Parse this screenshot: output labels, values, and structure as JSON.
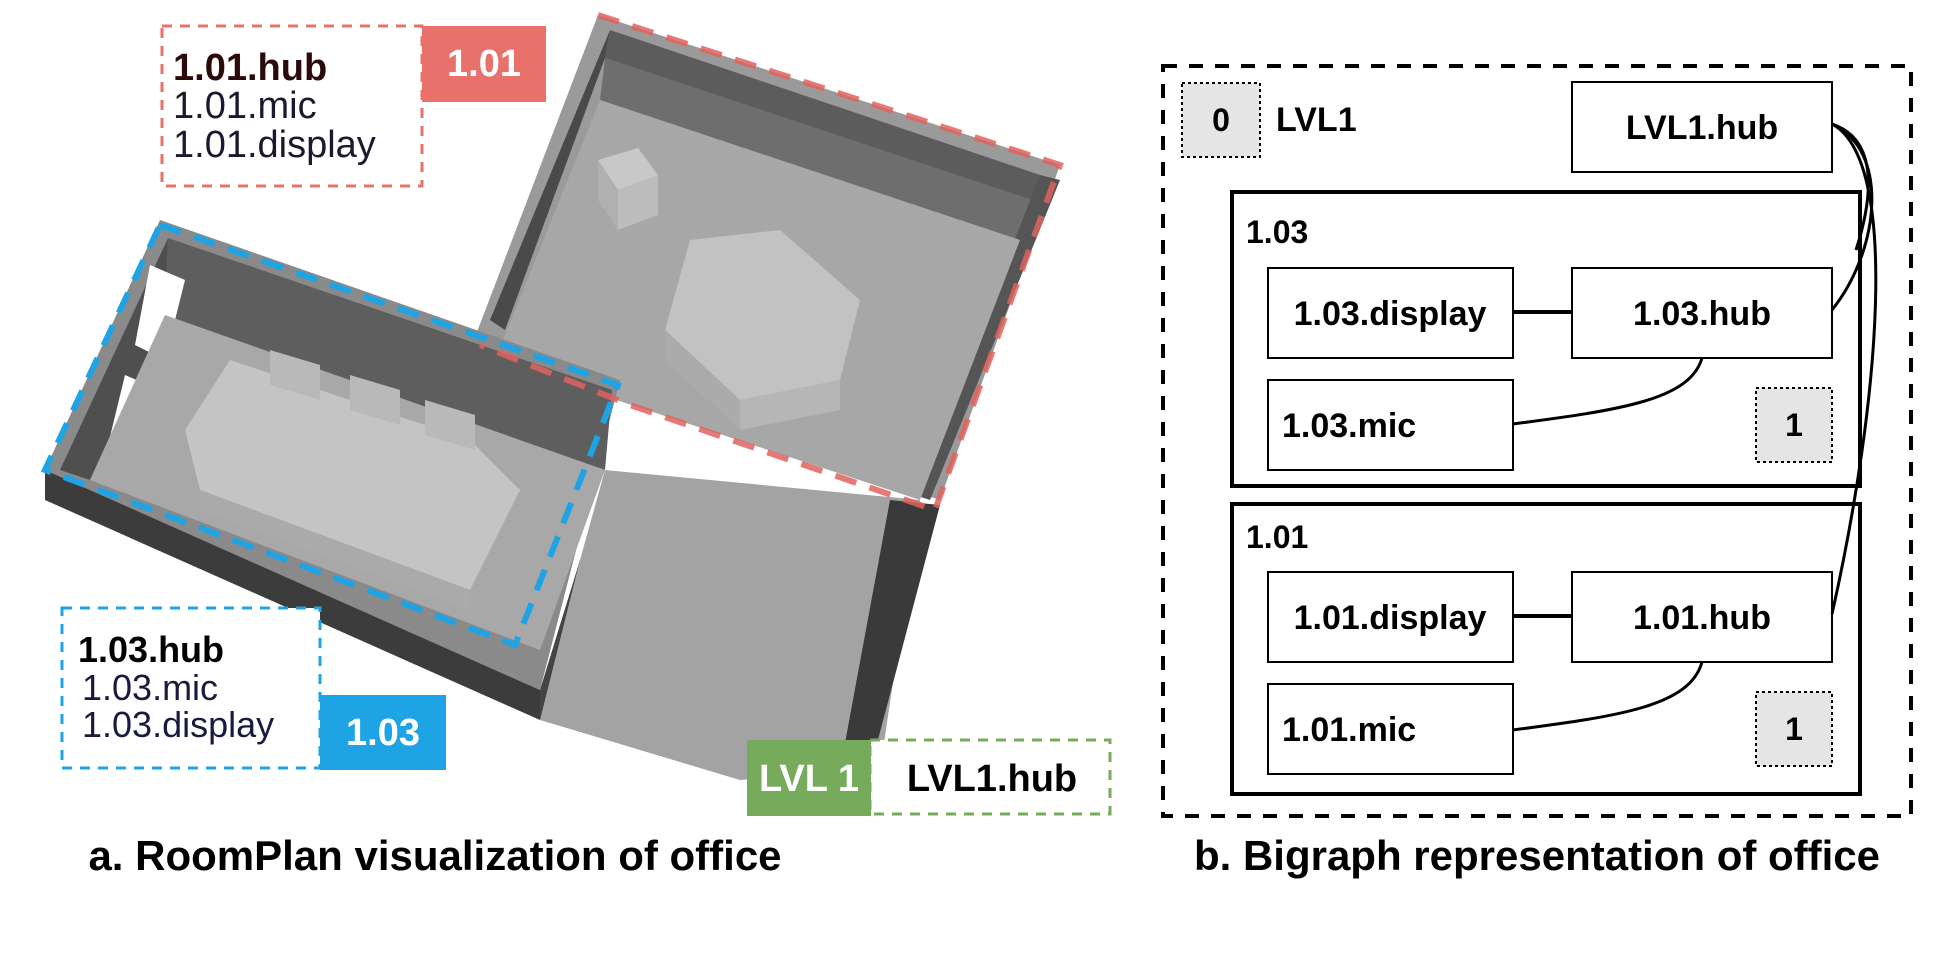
{
  "figure_a": {
    "caption": "a. RoomPlan visualization of office",
    "room_101": {
      "tag": "1.01",
      "devices": [
        "1.01.hub",
        "1.01.mic",
        "1.01.display"
      ],
      "color": "#e8716b"
    },
    "room_103": {
      "tag": "1.03",
      "devices": [
        "1.03.hub",
        "1.03.mic",
        "1.03.display"
      ],
      "color": "#1ea4e4"
    },
    "level": {
      "tag": "LVL 1",
      "device": "LVL1.hub",
      "color": "#77ab5c"
    }
  },
  "figure_b": {
    "caption": "b. Bigraph representation of office",
    "root_site": "0",
    "root_label": "LVL1",
    "root_hub": "LVL1.hub",
    "room_103": {
      "label": "1.03",
      "display": "1.03.display",
      "hub": "1.03.hub",
      "mic": "1.03.mic",
      "site": "1"
    },
    "room_101": {
      "label": "1.01",
      "display": "1.01.display",
      "hub": "1.01.hub",
      "mic": "1.01.mic",
      "site": "1"
    }
  }
}
